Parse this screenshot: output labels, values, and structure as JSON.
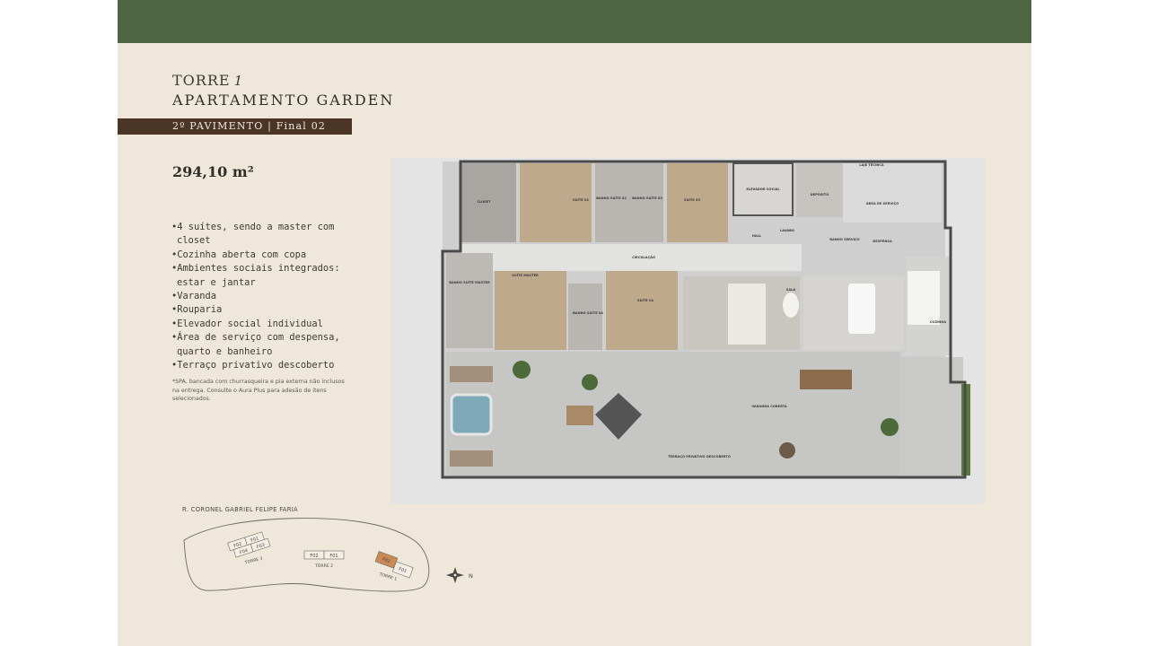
{
  "header": {
    "tower_label": "TORRE",
    "tower_number": "1",
    "title": "APARTAMENTO GARDEN",
    "floor_bar": "2º PAVIMENTO | Final 02"
  },
  "area": "294,10 m²",
  "features": [
    "•4 suítes, sendo a master com closet",
    "•Cozinha aberta com copa",
    "•Ambientes sociais integrados: estar e jantar",
    "•Varanda",
    "•Rouparia",
    "•Elevador social individual",
    "•Área de serviço com despensa, quarto e banheiro",
    "•Terraço privativo descoberto"
  ],
  "note": "*SPA, bancada com churrasqueira e pia externa não inclusos na entrega. Consulte o Aura Plus para adesão de itens selecionados.",
  "rooms": {
    "closet": "CLOSET",
    "suite02": "SUÍTE 02",
    "banho_suite02": "BANHO SUÍTE 02",
    "banho_suite03": "BANHO SUÍTE 03",
    "suite03": "SUÍTE 03",
    "elevador": "ELEVADOR SOCIAL",
    "deposito": "DEPÓSITO",
    "laje_tecnica": "LAJE TÉCNICA",
    "area_servico": "ÁREA DE SERVIÇO",
    "hall": "HALL",
    "lavabo": "LAVABO",
    "banho_servico": "BANHO SERVIÇO",
    "despensa": "DESPENSA",
    "circulacao": "CIRCULAÇÃO",
    "banho_master": "BANHO SUÍTE MASTER",
    "suite_master": "SUÍTE MASTER",
    "banho_suite04": "BANHO SUÍTE 04",
    "suite04": "SUÍTE 04",
    "sala": "SALA",
    "cozinha": "COZINHA",
    "varanda": "VARANDA COBERTA",
    "terraco": "TERRAÇO PRIVATIVO DESCOBERTO"
  },
  "site_plan": {
    "street": "R. CORONEL GABRIEL FELIPE FARIA",
    "torre3": "TORRE 3",
    "torre2": "TORRE 2",
    "torre1": "TORRE 1",
    "units_t3": [
      "F02",
      "F01",
      "F03",
      "F04"
    ],
    "units_t2": [
      "F02",
      "F01"
    ],
    "units_t1": [
      "F02",
      "F01"
    ],
    "north": "N"
  },
  "colors": {
    "top_bar": "#4e6641",
    "floor_bar": "#4a3526",
    "page_bg": "#efe8da",
    "highlight_unit": "#c98a55"
  }
}
